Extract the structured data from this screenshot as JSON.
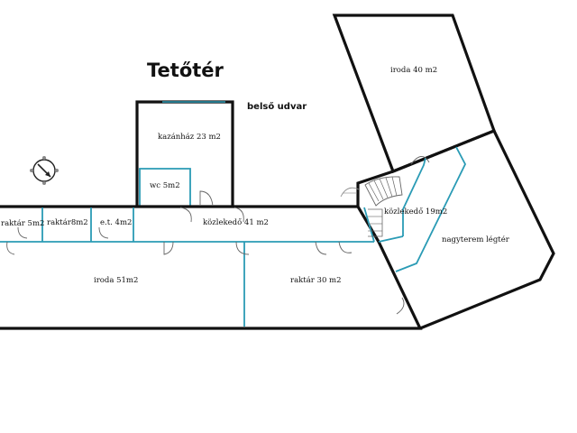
{
  "title": "Tetőtér",
  "courtyard_label": "belső udvar",
  "colors": {
    "wall": "#111111",
    "partition": "#2a9bb5",
    "door": "#666666",
    "background": "#ffffff"
  },
  "compass_icon": "compass-icon",
  "stairs_icon": "staircase-icon",
  "rooms": {
    "kazanhaz": "kazánház 23 m2",
    "wc": "wc 5m2",
    "raktar5": "raktár 5m2",
    "raktar8": "raktár8m2",
    "et": "e.t. 4m2",
    "kozlekedo_hall": "közlekedő 41 m2",
    "iroda51": "iroda 51m2",
    "raktar30": "raktár 30 m2",
    "iroda40": "iroda 40 m2",
    "kozlekedo19": "közlekedő 19m2",
    "nagyterem": "nagyterem légtér"
  }
}
